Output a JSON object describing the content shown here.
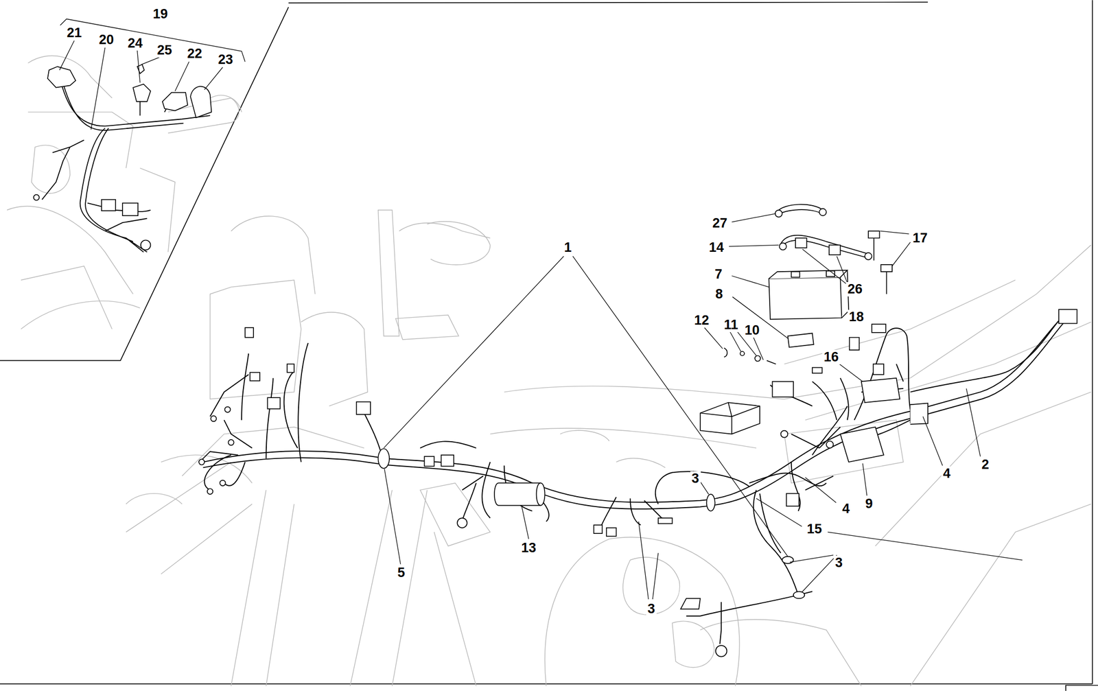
{
  "diagram": {
    "labels": [
      "19",
      "21",
      "20",
      "24",
      "25",
      "22",
      "23",
      "27",
      "17",
      "14",
      "1",
      "7",
      "26",
      "8",
      "18",
      "12",
      "11",
      "10",
      "16",
      "2",
      "4",
      "3",
      "9",
      "4",
      "15",
      "13",
      "3",
      "5",
      "3"
    ]
  }
}
